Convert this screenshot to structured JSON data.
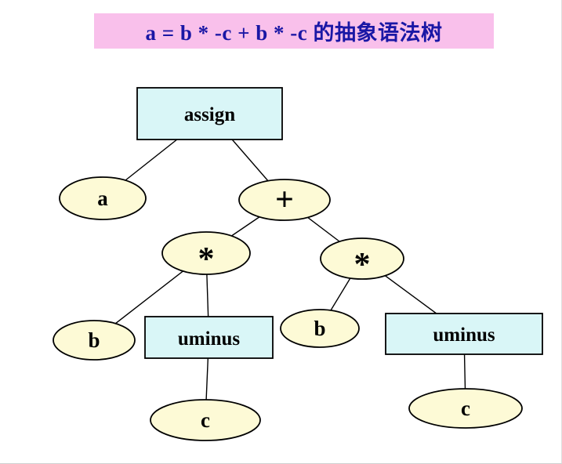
{
  "title": {
    "text": "a = b * -c + b * -c 的抽象语法树"
  },
  "diagram": {
    "type": "tree",
    "description": "Abstract syntax tree for the expression a = b * -c + b * -c",
    "nodes": {
      "assign": "assign",
      "a": "a",
      "plus": "+",
      "mul_left": "*",
      "mul_right": "*",
      "b_left": "b",
      "uminus_left": "uminus",
      "b_right": "b",
      "uminus_right": "uminus",
      "c_left": "c",
      "c_right": "c"
    },
    "edges": [
      {
        "from": "assign",
        "to": "a"
      },
      {
        "from": "assign",
        "to": "plus"
      },
      {
        "from": "plus",
        "to": "mul_left"
      },
      {
        "from": "plus",
        "to": "mul_right"
      },
      {
        "from": "mul_left",
        "to": "b_left"
      },
      {
        "from": "mul_left",
        "to": "uminus_left"
      },
      {
        "from": "mul_right",
        "to": "b_right"
      },
      {
        "from": "mul_right",
        "to": "uminus_right"
      },
      {
        "from": "uminus_left",
        "to": "c_left"
      },
      {
        "from": "uminus_right",
        "to": "c_right"
      }
    ]
  },
  "colors": {
    "title_background": "#f9c0eb",
    "title_text": "#1a17a5",
    "box_fill": "#d9f6f7",
    "ellipse_fill": "#fdfad6",
    "outline": "#000000"
  }
}
